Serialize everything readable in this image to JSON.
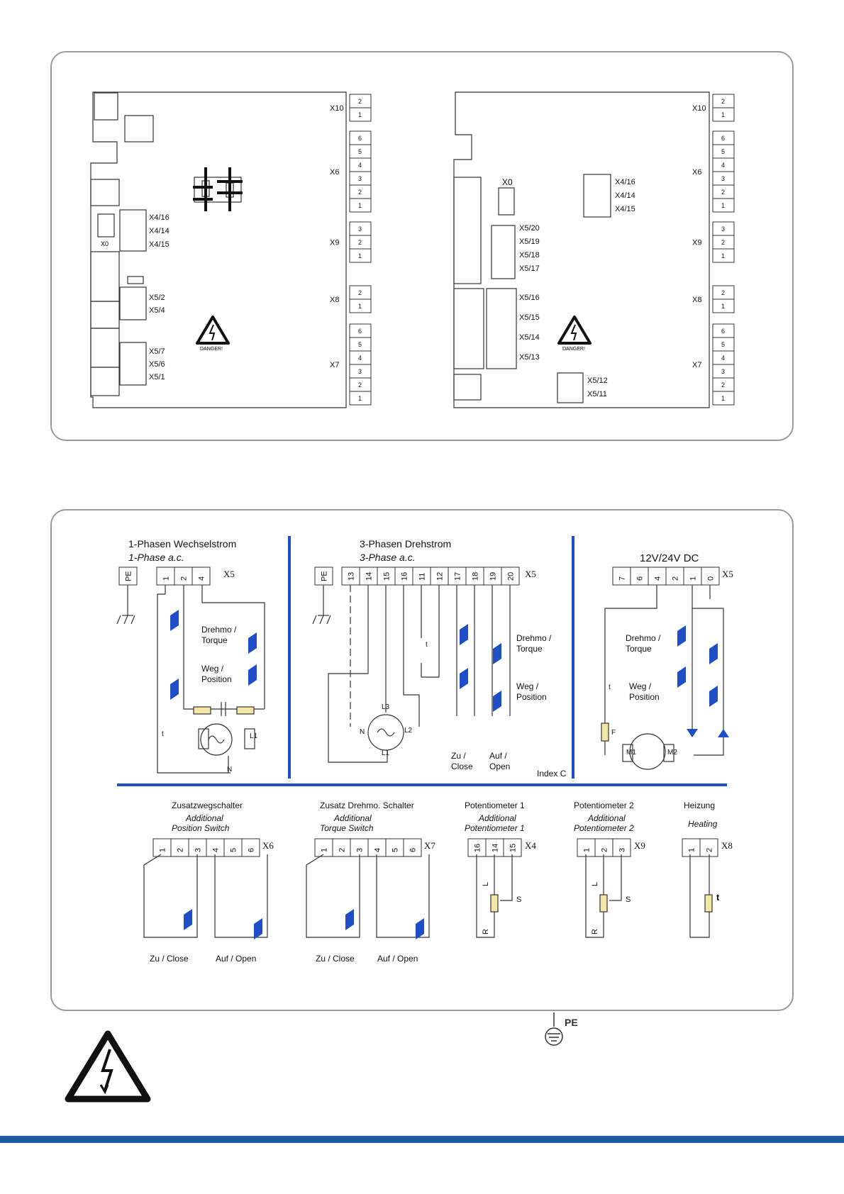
{
  "top": {
    "left": {
      "x10": {
        "label": "X10",
        "pins": [
          "2",
          "1"
        ]
      },
      "x6": {
        "label": "X6",
        "pins": [
          "6",
          "5",
          "4",
          "3",
          "2",
          "1"
        ]
      },
      "x9": {
        "label": "X9",
        "pins": [
          "3",
          "2",
          "1"
        ]
      },
      "x8": {
        "label": "X8",
        "pins": [
          "2",
          "1"
        ]
      },
      "x7": {
        "label": "X7",
        "pins": [
          "6",
          "5",
          "4",
          "3",
          "2",
          "1"
        ]
      },
      "x4": [
        "X4/16",
        "X4/14",
        "X4/15"
      ],
      "x0": "X0",
      "x5a": [
        "X5/2",
        "X5/4"
      ],
      "x5b": [
        "X5/7",
        "X5/6",
        "X5/1"
      ],
      "danger": "DANGER!"
    },
    "right": {
      "x10": {
        "label": "X10",
        "pins": [
          "2",
          "1"
        ]
      },
      "x6": {
        "label": "X6",
        "pins": [
          "6",
          "5",
          "4",
          "3",
          "2",
          "1"
        ]
      },
      "x9": {
        "label": "X9",
        "pins": [
          "3",
          "2",
          "1"
        ]
      },
      "x8": {
        "label": "X8",
        "pins": [
          "2",
          "1"
        ]
      },
      "x7": {
        "label": "X7",
        "pins": [
          "6",
          "5",
          "4",
          "3",
          "2",
          "1"
        ]
      },
      "x0": "X0",
      "x4": [
        "X4/16",
        "X4/14",
        "X4/15"
      ],
      "x5a": [
        "X5/20",
        "X5/19",
        "X5/18",
        "X5/17"
      ],
      "x5b": [
        "X5/16",
        "X5/15",
        "X5/14",
        "X5/13"
      ],
      "x5c": [
        "X5/12",
        "X5/11"
      ],
      "danger": "DANGER!"
    }
  },
  "bottom": {
    "phase1": {
      "title": "1-Phasen Wechselstrom",
      "subtitle": "1-Phase a.c.",
      "pe": "PE",
      "pins": [
        "1",
        "2",
        "4"
      ],
      "connector": "X5",
      "torque": [
        "Drehmo /",
        "Torque"
      ],
      "position": [
        "Weg /",
        "Position"
      ],
      "n": "N",
      "l1": "L1",
      "t": "t"
    },
    "phase3": {
      "title": "3-Phasen Drehstrom",
      "subtitle": "3-Phase a.c.",
      "pe": "PE",
      "pins": [
        "13",
        "14",
        "15",
        "16",
        "11",
        "12",
        "17",
        "18",
        "19",
        "20"
      ],
      "connector": "X5",
      "torque": [
        "Drehmo /",
        "Torque"
      ],
      "position": [
        "Weg /",
        "Position"
      ],
      "close": [
        "Zu /",
        "Close"
      ],
      "open": [
        "Auf /",
        "Open"
      ],
      "index": "Index C",
      "l1": "L1",
      "l2": "L2",
      "l3": "L3",
      "n": "N",
      "t": "t"
    },
    "dc": {
      "title": "12V/24V DC",
      "pins": [
        "7",
        "6",
        "4",
        "2",
        "1",
        "0"
      ],
      "connector": "X5",
      "torque": [
        "Drehmo /",
        "Torque"
      ],
      "position": [
        "Weg /",
        "Position"
      ],
      "f": "F",
      "m1": "M1",
      "m2": "M2",
      "t": "t"
    },
    "zusatzweg": {
      "title": "Zusatzwegschalter",
      "subtitle": [
        "Additional",
        "Position Switch"
      ],
      "pins": [
        "1",
        "2",
        "3",
        "4",
        "5",
        "6"
      ],
      "connector": "X6",
      "labels": [
        "Zu / Close",
        "Auf / Open"
      ]
    },
    "zusatzdrehmo": {
      "title": "Zusatz Drehmo. Schalter",
      "subtitle": [
        "Additional",
        "Torque Switch"
      ],
      "pins": [
        "1",
        "2",
        "3",
        "4",
        "5",
        "6"
      ],
      "connector": "X7",
      "labels": [
        "Zu / Close",
        "Auf / Open"
      ]
    },
    "poti1": {
      "title": "Potentiometer 1",
      "subtitle": [
        "Additional",
        "Potentiometer 1"
      ],
      "pins": [
        "16",
        "14",
        "15"
      ],
      "connector": "X4",
      "l": "L",
      "r": "R",
      "s": "S"
    },
    "poti2": {
      "title": "Potentiometer 2",
      "subtitle": [
        "Additional",
        "Potentiometer 2"
      ],
      "pins": [
        "1",
        "2",
        "3"
      ],
      "connector": "X9",
      "l": "L",
      "r": "R",
      "s": "S"
    },
    "heizung": {
      "title": "Heizung",
      "subtitle": "Heating",
      "pins": [
        "1",
        "2"
      ],
      "connector": "X8",
      "t": "t"
    }
  },
  "pe_symbol": "PE",
  "colors": {
    "accent": "#1f4fc6",
    "bar": "#1f5aa5",
    "border": "#9a9a9a"
  }
}
